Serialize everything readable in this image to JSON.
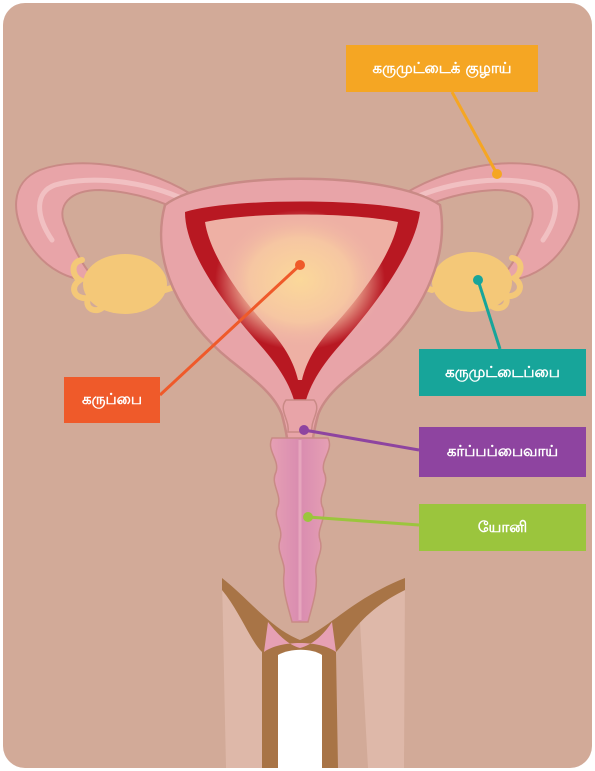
{
  "labels": {
    "fallopian_tube": "கருமுட்டைக் குழாய்",
    "uterus": "கருப்பை",
    "ovary": "கருமுட்டைப்பை",
    "cervix": "கர்ப்பப்பைவாய்",
    "vagina": "யோனி"
  },
  "colors": {
    "background": "#d2aa98",
    "tissue": "#e8a4a8",
    "tissue_outline": "#c98a86",
    "lining": "#b81822",
    "ovary": "#f4c878",
    "skin_edge": "#a87446",
    "fallopian_label": "#f5a623",
    "uterus_label": "#ef5a2a",
    "ovary_label": "#17a59a",
    "cervix_label": "#8e44a0",
    "vagina_label": "#9bc53d"
  }
}
